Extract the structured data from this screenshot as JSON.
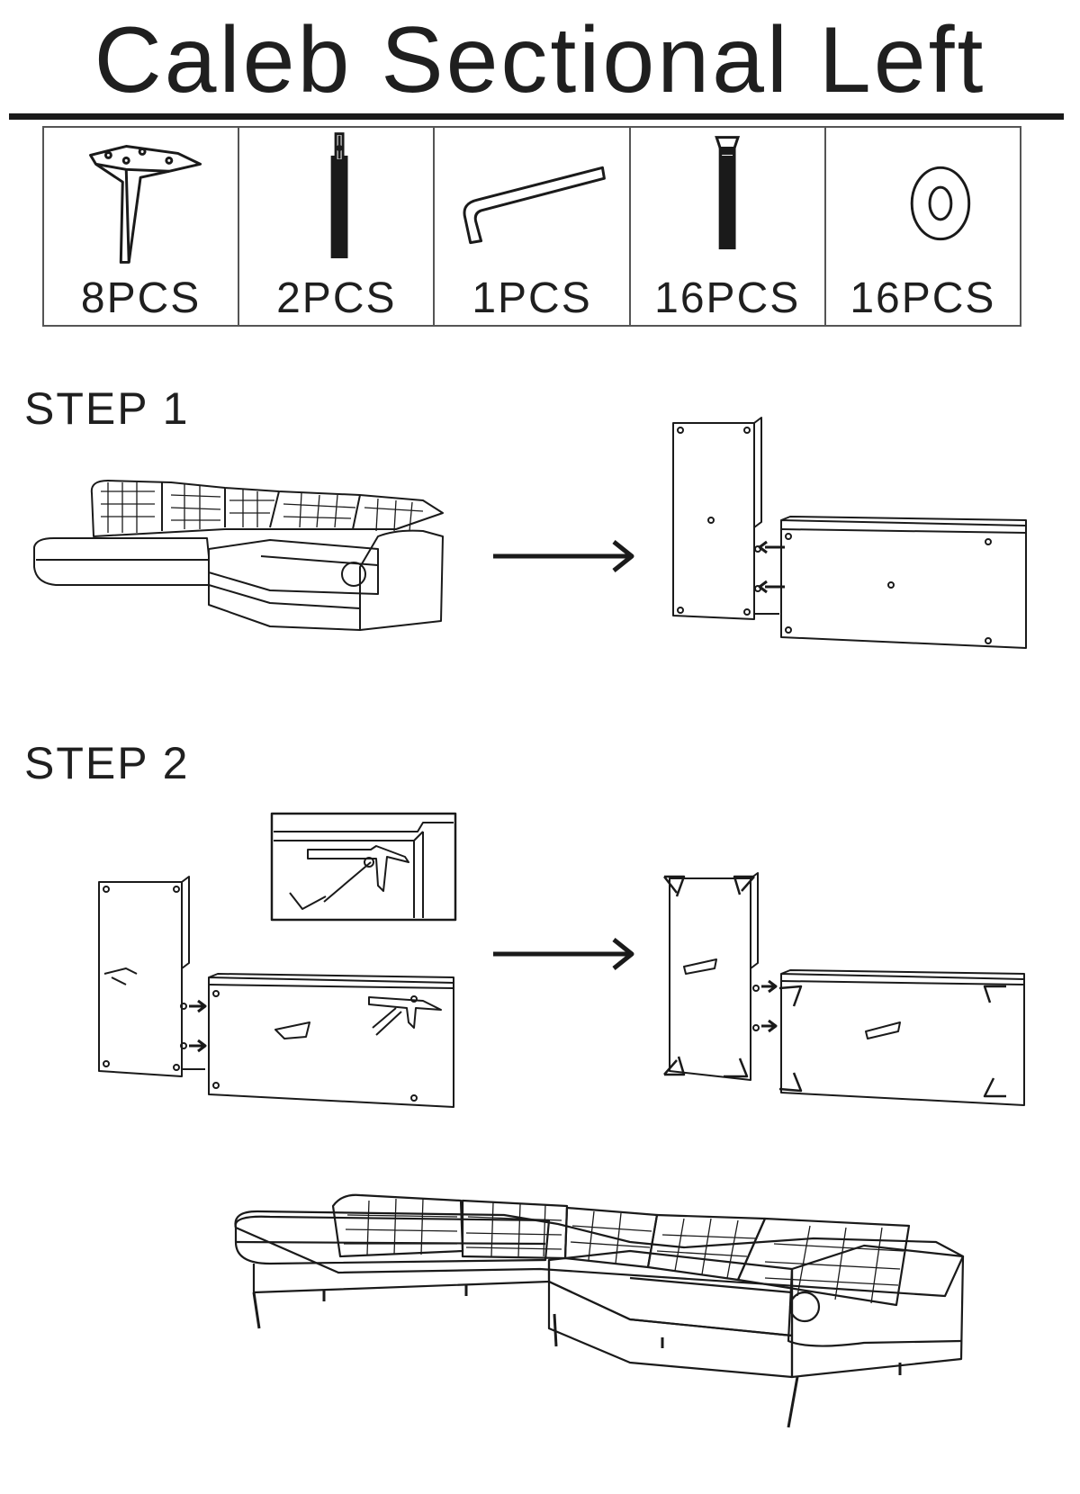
{
  "document": {
    "title": "Caleb Sectional Left"
  },
  "parts": [
    {
      "icon": "sofa-leg-icon",
      "quantity": "8PCS"
    },
    {
      "icon": "connector-bracket-icon",
      "quantity": "2PCS"
    },
    {
      "icon": "allen-key-icon",
      "quantity": "1PCS"
    },
    {
      "icon": "bolt-icon",
      "quantity": "16PCS"
    },
    {
      "icon": "washer-icon",
      "quantity": "16PCS"
    }
  ],
  "steps": [
    {
      "label": "STEP 1"
    },
    {
      "label": "STEP 2"
    }
  ]
}
